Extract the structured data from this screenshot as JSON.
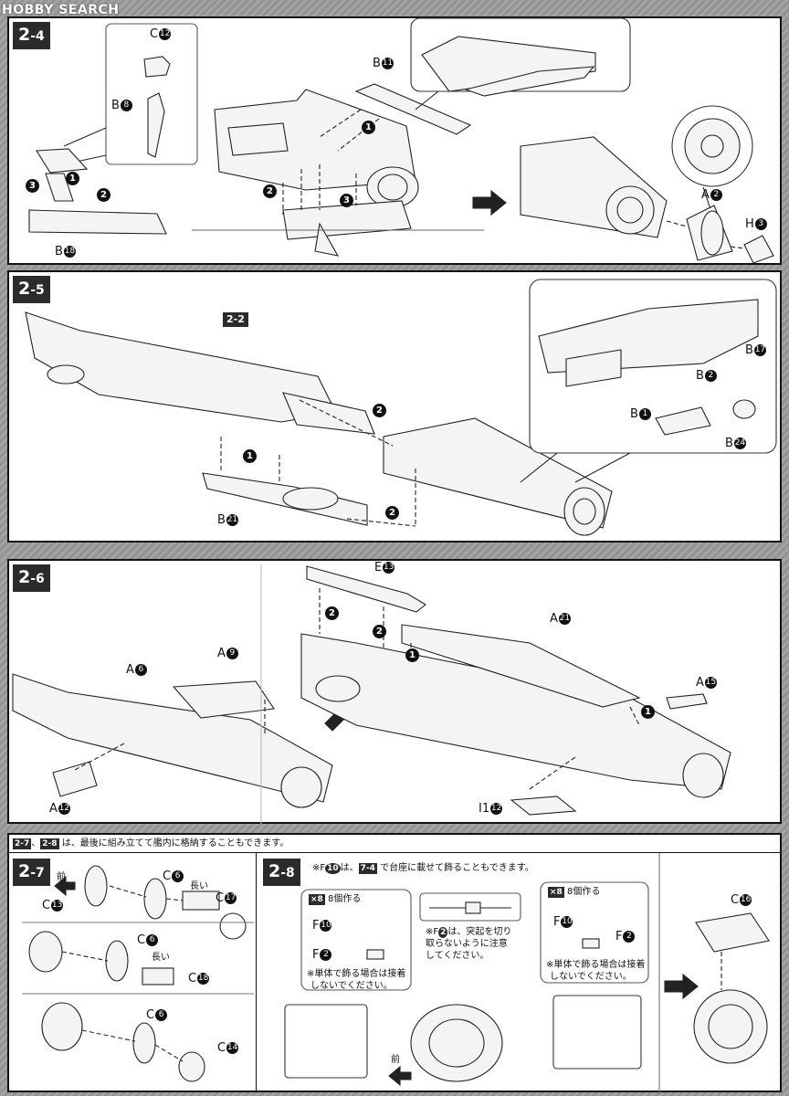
{
  "watermark": "HOBBY SEARCH",
  "steps": {
    "s24": {
      "major": "2",
      "minor": "-4"
    },
    "s25": {
      "major": "2",
      "minor": "-5"
    },
    "s26": {
      "major": "2",
      "minor": "-6"
    },
    "s27": {
      "major": "2",
      "minor": "-7"
    },
    "s28": {
      "major": "2",
      "minor": "-8"
    },
    "s22_ref": "2-2"
  },
  "parts": {
    "C12": {
      "letter": "C",
      "num": "12"
    },
    "B8": {
      "letter": "B",
      "num": "8"
    },
    "B18": {
      "letter": "B",
      "num": "18"
    },
    "B11": {
      "letter": "B",
      "num": "11"
    },
    "A2": {
      "letter": "A",
      "num": "2"
    },
    "H3": {
      "letter": "H",
      "num": "3"
    },
    "B17": {
      "letter": "B",
      "num": "17"
    },
    "B2": {
      "letter": "B",
      "num": "2"
    },
    "B1": {
      "letter": "B",
      "num": "1"
    },
    "B24": {
      "letter": "B",
      "num": "24"
    },
    "B21": {
      "letter": "B",
      "num": "21"
    },
    "E13": {
      "letter": "E",
      "num": "13"
    },
    "A21": {
      "letter": "A",
      "num": "21"
    },
    "A6": {
      "letter": "A",
      "num": "6"
    },
    "A9": {
      "letter": "A",
      "num": "9"
    },
    "A15": {
      "letter": "A",
      "num": "15"
    },
    "A12": {
      "letter": "A",
      "num": "12"
    },
    "I12": {
      "letter": "I1",
      "num": "12"
    },
    "C13": {
      "letter": "C",
      "num": "13"
    },
    "C6a": {
      "letter": "C",
      "num": "6"
    },
    "C6b": {
      "letter": "C",
      "num": "6"
    },
    "C6c": {
      "letter": "C",
      "num": "6"
    },
    "C17": {
      "letter": "C",
      "num": "17"
    },
    "C18": {
      "letter": "C",
      "num": "18"
    },
    "C14": {
      "letter": "C",
      "num": "14"
    },
    "F10a": {
      "letter": "F",
      "num": "10"
    },
    "F2a": {
      "letter": "F",
      "num": "2"
    },
    "F10b": {
      "letter": "F",
      "num": "10"
    },
    "F2b": {
      "letter": "F",
      "num": "2"
    },
    "C16": {
      "letter": "C",
      "num": "16"
    }
  },
  "order": [
    "1",
    "2",
    "3"
  ],
  "banner": {
    "tag1": "2-7",
    "sep": "、",
    "tag2": "2-8",
    "text": " は、最後に組み立てて艦内に格納することもできます。"
  },
  "s27": {
    "front": "前",
    "long1": "長い",
    "long2": "長い"
  },
  "s28": {
    "top_note_pre": "※F",
    "top_note_num": "10",
    "top_note_mid": "は、",
    "top_note_tag": "7-4",
    "top_note_post": " で台座に載せて飾ることもできます。",
    "make_count": "×8",
    "make_text": "8個作る",
    "make_count2": "×8",
    "make_text2": "8個作る",
    "caution1": "※単体で飾る場合は接着",
    "caution2": "しないでください。",
    "caution3": "※単体で飾る場合は接着",
    "caution4": "しないでください。",
    "sprue1": "※F",
    "sprue_num": "2",
    "sprue2": "は、突起を切り",
    "sprue3": "取らないように注意",
    "sprue4": "してください。",
    "front": "前"
  }
}
